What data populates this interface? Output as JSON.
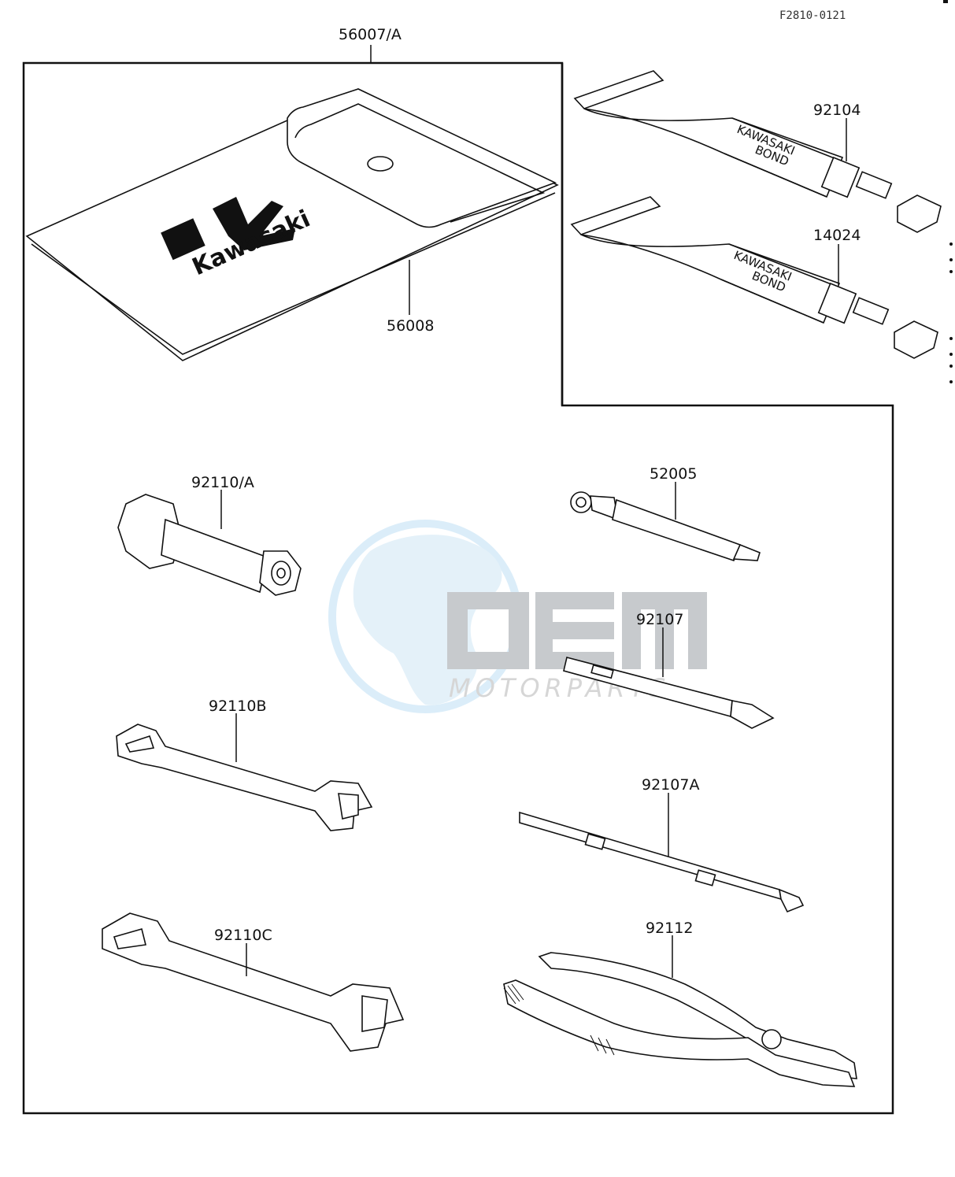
{
  "figure_code": "F2810-0121",
  "parts": {
    "tool_kit": "56007/A",
    "tool_case": "56008",
    "bond_1": "92104",
    "bond_2": "14024",
    "plug_wrench": "92110/A",
    "handle": "52005",
    "screwdriver": "92107",
    "screwdriver_grip": "92107A",
    "wrench_b": "92110B",
    "wrench_c": "92110C",
    "pliers": "92112"
  },
  "tube_text": {
    "brand": "KAWASAKI",
    "product": "BOND"
  },
  "case_logo": "Kawasaki",
  "watermark": {
    "brand": "OEM",
    "sub": "MOTORPARTS"
  }
}
